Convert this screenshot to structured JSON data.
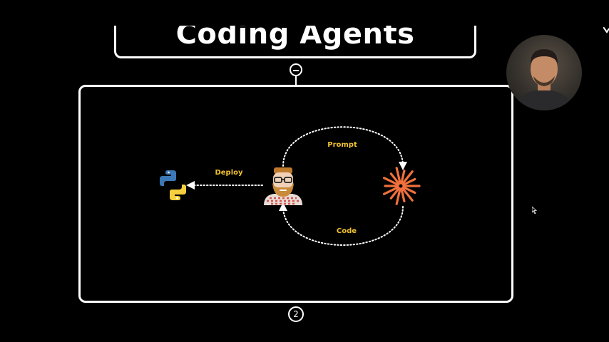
{
  "slide": {
    "title": "Coding Agents",
    "step_number": "2"
  },
  "diagram": {
    "nodes": [
      {
        "id": "python",
        "icon": "python-logo-icon"
      },
      {
        "id": "developer",
        "icon": "developer-avatar-icon"
      },
      {
        "id": "ai-model",
        "icon": "starburst-icon"
      }
    ],
    "edges": [
      {
        "from": "developer",
        "to": "python",
        "label": "Deploy"
      },
      {
        "from": "developer",
        "to": "ai-model",
        "label": "Prompt"
      },
      {
        "from": "ai-model",
        "to": "developer",
        "label": "Code"
      }
    ]
  },
  "colors": {
    "background": "#000000",
    "frame": "#ffffff",
    "label": "#f2c230",
    "python_blue": "#3b78b5",
    "python_yellow": "#f7cf3e",
    "starburst": "#f0703c"
  }
}
